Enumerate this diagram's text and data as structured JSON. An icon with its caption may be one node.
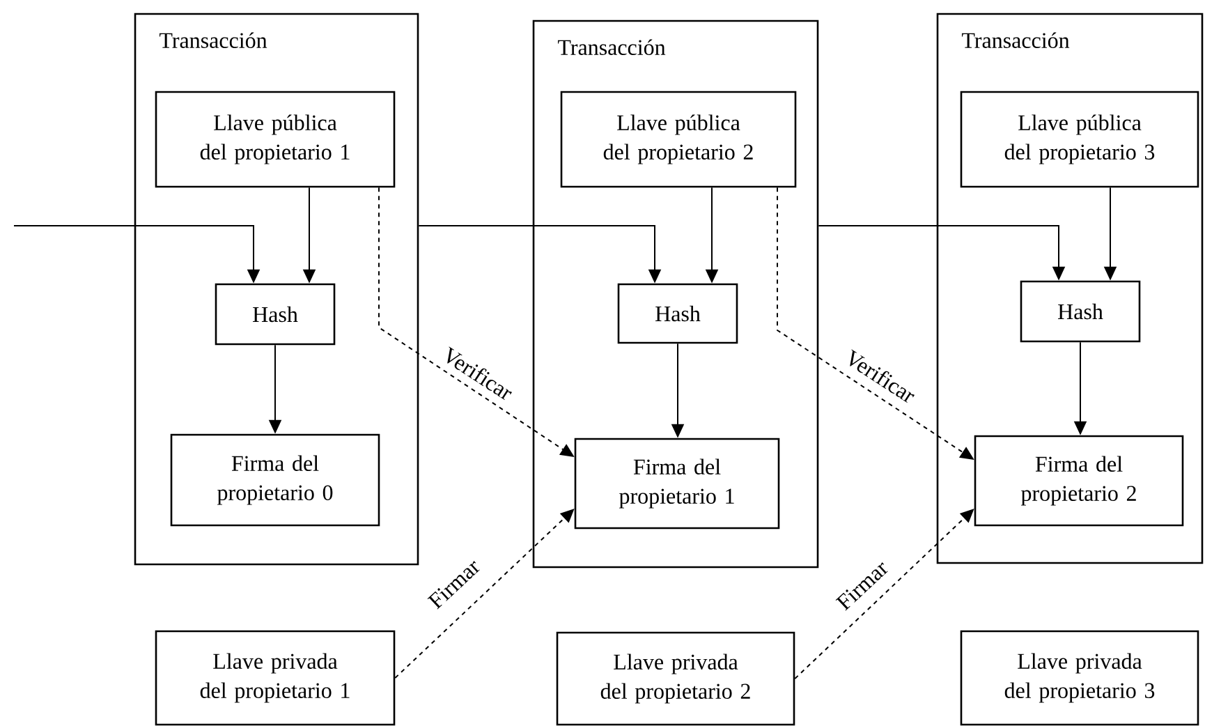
{
  "diagram": {
    "nodes": [
      {
        "text": [
          "Transacción"
        ]
      },
      {
        "text": [
          "Llave pública del propietario 1"
        ],
        "in": 0
      },
      {
        "text": [
          "Hash"
        ],
        "in": 0
      },
      {
        "text": [
          "Firma del propietario 0"
        ],
        "in": 0
      },
      {
        "text": [
          "Transacción"
        ]
      },
      {
        "text": [
          "Llave pública del propietario 2"
        ],
        "in": 4
      },
      {
        "text": [
          "Hash"
        ],
        "in": 4
      },
      {
        "text": [
          "Firma del propietario 1"
        ],
        "in": 4
      },
      {
        "text": [
          "Transacción"
        ]
      },
      {
        "text": [
          "Llave pública del propietario 3"
        ],
        "in": 8
      },
      {
        "text": [
          "Hash"
        ],
        "in": 8
      },
      {
        "text": [
          "Firma del propietario 2"
        ],
        "in": 8
      },
      {
        "text": [
          "Llave privada del propietario 1"
        ]
      },
      {
        "text": [
          "Llave privada del propietario 2"
        ]
      },
      {
        "text": [
          "Llave privada del propietario 3"
        ]
      }
    ],
    "edges": [
      {
        "from": null,
        "to": 2,
        "arrow": "to"
      },
      {
        "from": 1,
        "to": 2,
        "arrow": "to"
      },
      {
        "from": 2,
        "to": 3,
        "arrow": "to"
      },
      {
        "from": 0,
        "to": 6,
        "arrow": "to"
      },
      {
        "from": 5,
        "to": 6,
        "arrow": "to"
      },
      {
        "from": 6,
        "to": 7,
        "arrow": "to"
      },
      {
        "from": 4,
        "to": 10,
        "arrow": "to"
      },
      {
        "from": 9,
        "to": 10,
        "arrow": "to"
      },
      {
        "from": 10,
        "to": 11,
        "arrow": "to"
      },
      {
        "from": 1,
        "to": 7,
        "arrow": "to",
        "style": "dashed",
        "label": "Verificar"
      },
      {
        "from": 12,
        "to": 7,
        "arrow": "to",
        "style": "dashed",
        "label": "Firmar"
      },
      {
        "from": 5,
        "to": 11,
        "arrow": "to",
        "style": "dashed",
        "label": "Verificar"
      },
      {
        "from": 13,
        "to": 11,
        "arrow": "to",
        "style": "dashed",
        "label": "Firmar"
      }
    ]
  }
}
